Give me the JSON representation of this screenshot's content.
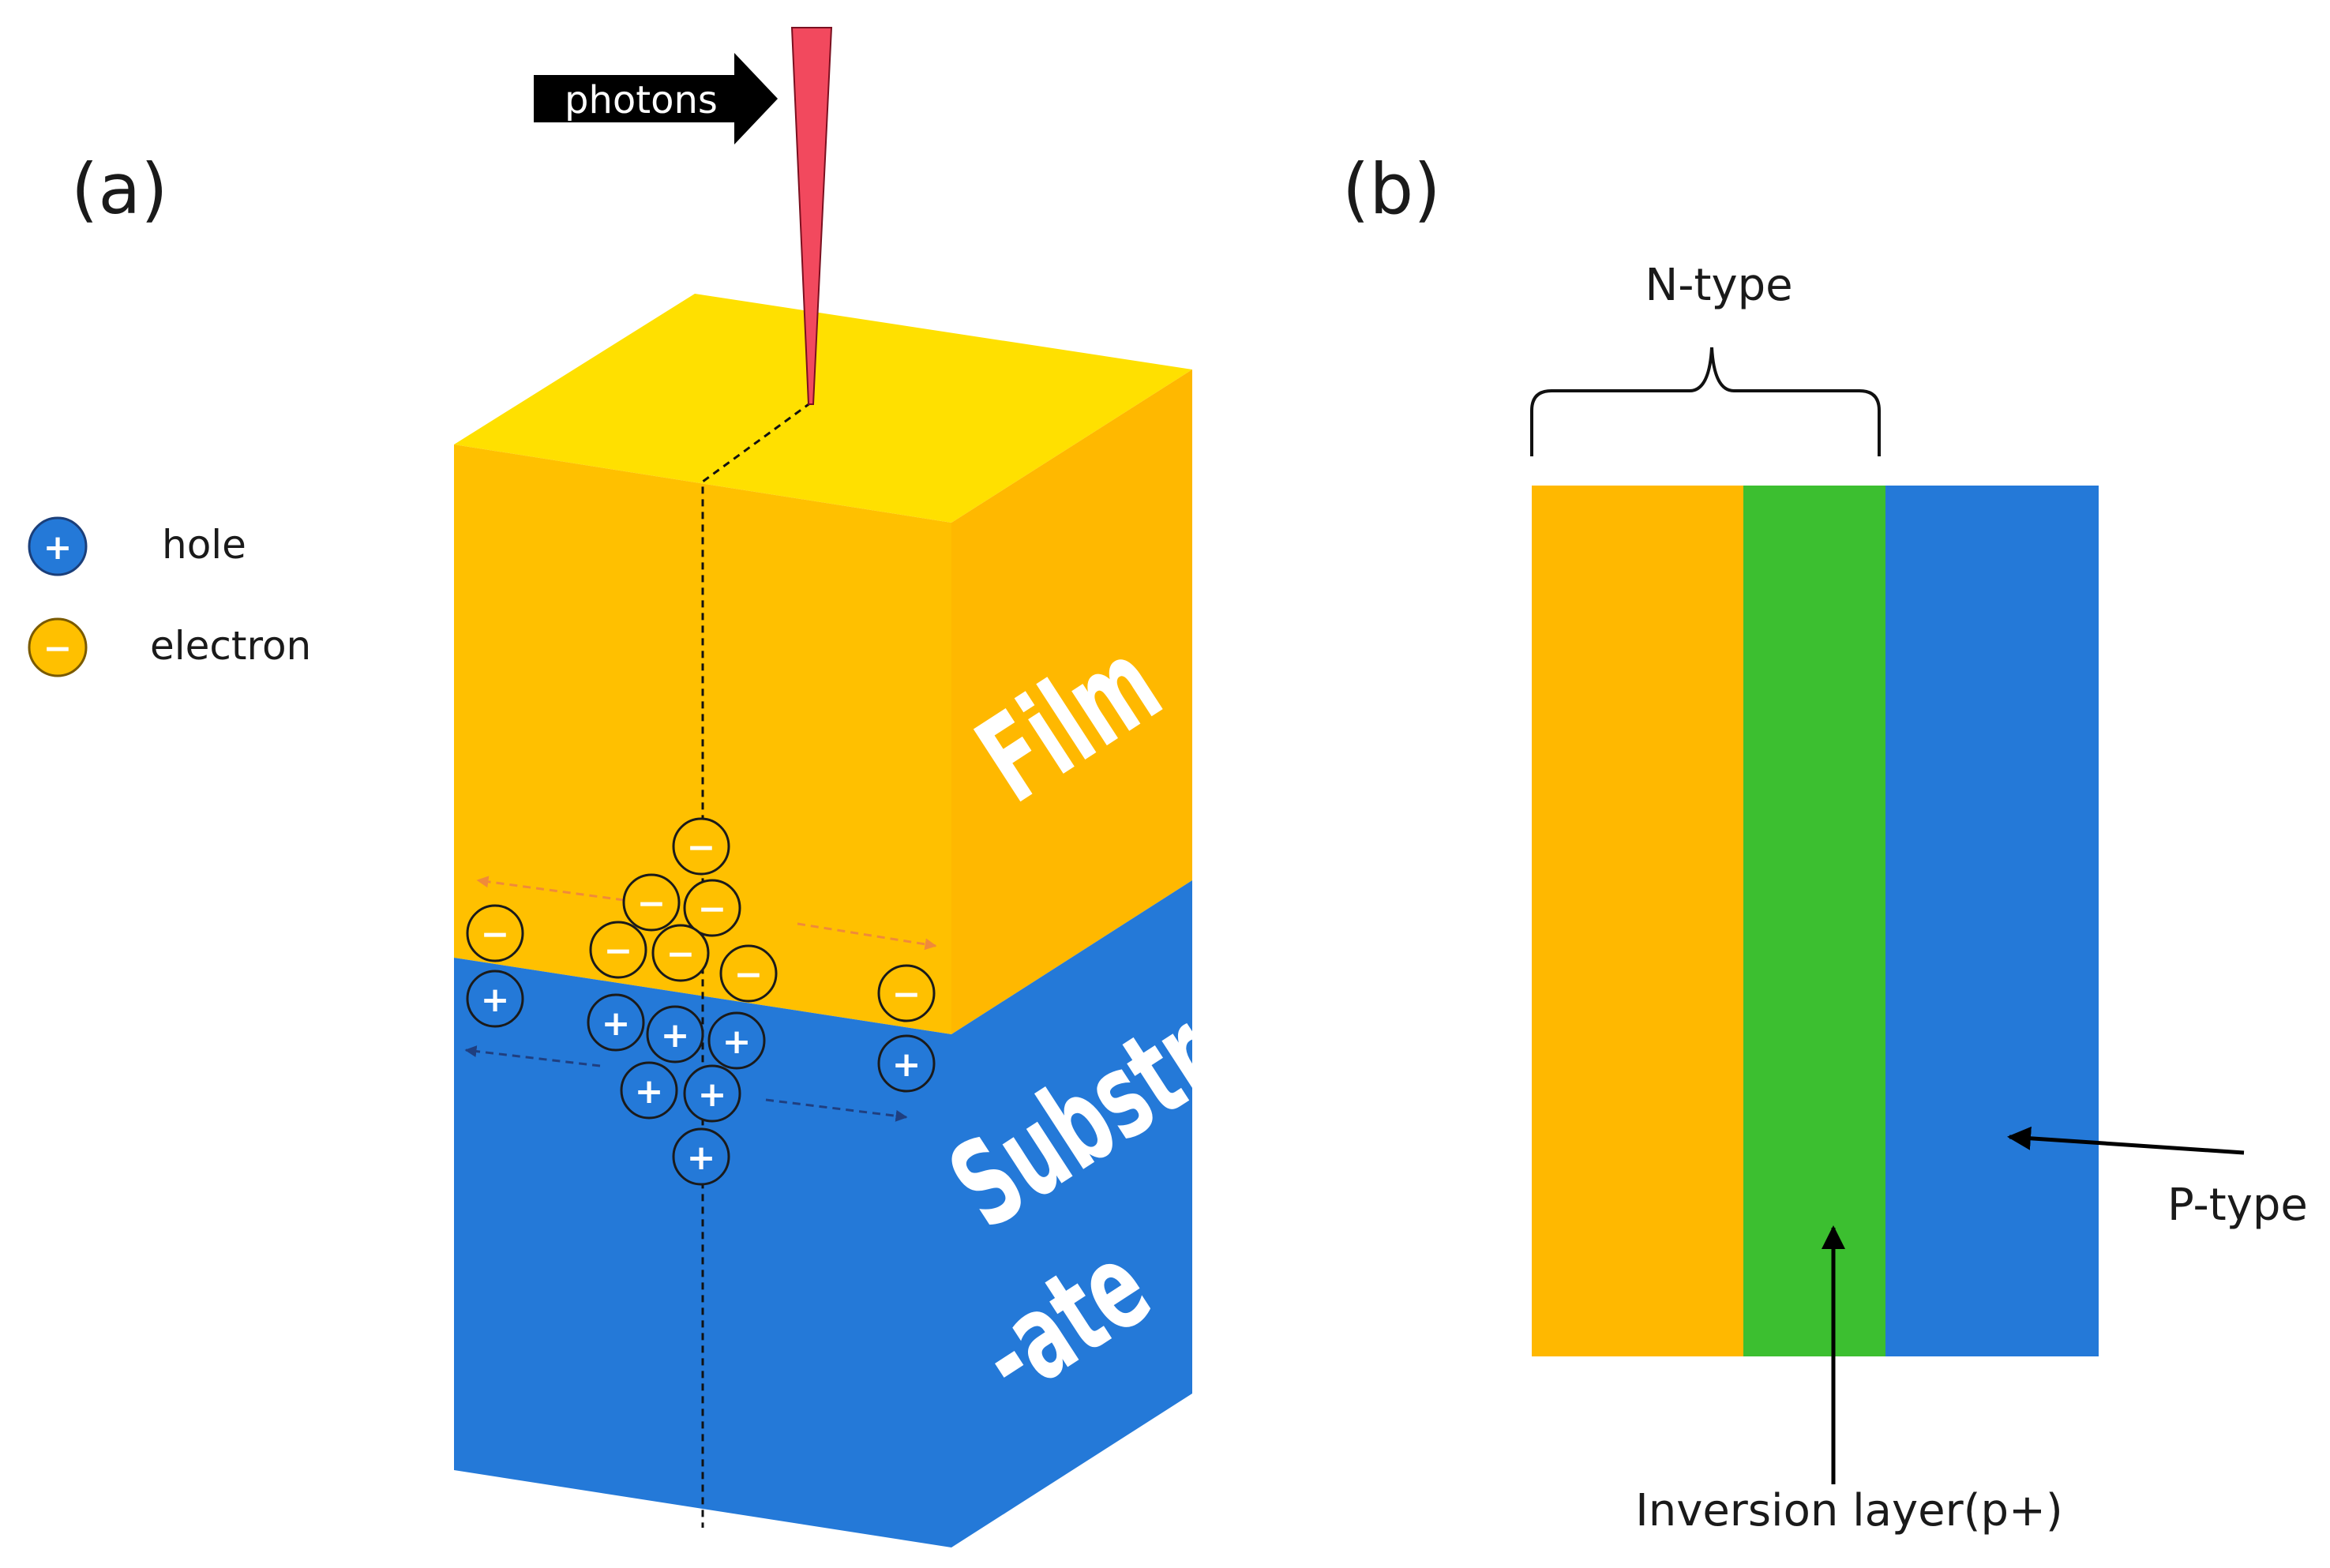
{
  "panel_a": {
    "label": "(a)",
    "photons_label": "photons",
    "legend": {
      "hole_symbol": "+",
      "hole_label": "hole",
      "electron_symbol": "−",
      "electron_label": "electron"
    },
    "film_label": "Film",
    "substrate_label_line1": "Substr",
    "substrate_label_line2": "-ate",
    "charge_symbols": {
      "electron": "−",
      "hole": "+"
    }
  },
  "panel_b": {
    "label": "(b)",
    "n_type_label": "N-type",
    "p_type_label": "P-type",
    "inversion_label": "Inversion layer(p+)"
  },
  "colors": {
    "film_front": "#FFC000",
    "film_side": "#FFB800",
    "film_top": "#FFE000",
    "substrate": "#2479D8",
    "inversion_layer": "#3CBF30",
    "laser": "#F2495E",
    "electron_fill": "#FFC000",
    "hole_fill": "#2479D8",
    "electron_arrow": "#F08A3A",
    "hole_arrow": "#1F3F80"
  }
}
